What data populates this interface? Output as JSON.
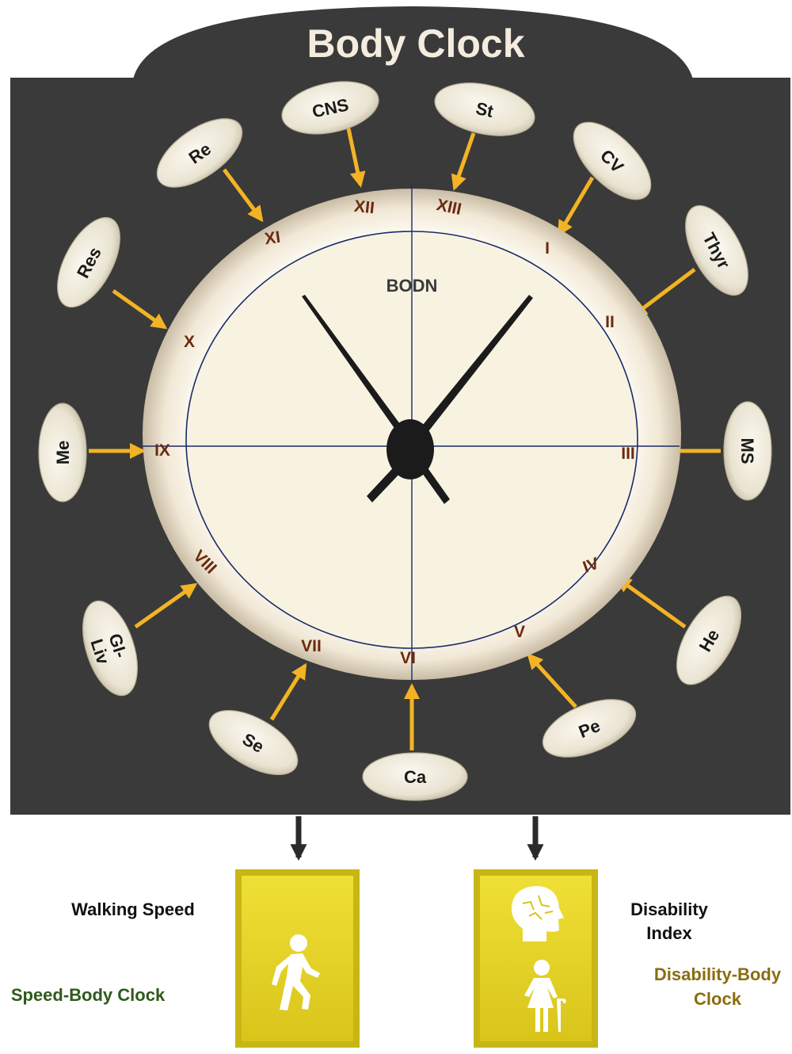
{
  "title": "Body Clock",
  "center_label": "BODN",
  "organs": [
    {
      "label": "CNS"
    },
    {
      "label": "St"
    },
    {
      "label": "CV"
    },
    {
      "label": "Thyr"
    },
    {
      "label": "MS"
    },
    {
      "label": "He"
    },
    {
      "label": "Pe"
    },
    {
      "label": "Ca"
    },
    {
      "label": "Se"
    },
    {
      "label": "GI-"
    },
    {
      "label": "Liv"
    },
    {
      "label": "Me"
    },
    {
      "label": "Res"
    },
    {
      "label": "Re"
    }
  ],
  "numerals": [
    "XII",
    "XIII",
    "I",
    "II",
    "III",
    "IV",
    "V",
    "VI",
    "VII",
    "VIII",
    "IX",
    "X",
    "XI"
  ],
  "outputs": {
    "left": {
      "measure": "Walking Speed",
      "result": "Speed-Body Clock"
    },
    "right": {
      "measure_line1": "Disability",
      "measure_line2": "Index",
      "result_line1": "Disability-Body",
      "result_line2": "Clock"
    }
  },
  "colors": {
    "board": "#3a3a3a",
    "arrow": "#f3b324",
    "box": "#e6d21c",
    "ellipse": "#ede7d6",
    "face": "#f8f3e1",
    "numerals": "#6b2a0f",
    "speed_text": "#2e5a1c",
    "disability_text": "#8a6d10"
  },
  "icons": [
    "walking-person-icon",
    "brain-head-icon",
    "elderly-person-with-cane-icon"
  ]
}
